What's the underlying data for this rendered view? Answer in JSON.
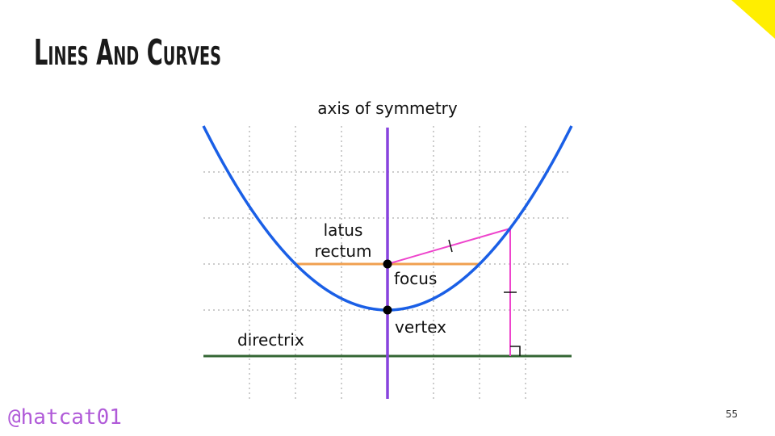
{
  "slide": {
    "title": "Lines And Curves",
    "handle": "@hatcat01",
    "page_number": "55"
  },
  "diagram": {
    "labels": {
      "axis_of_symmetry": "axis of symmetry",
      "latus_rectum_line1": "latus",
      "latus_rectum_line2": "rectum",
      "focus": "focus",
      "vertex": "vertex",
      "directrix": "directrix"
    },
    "colors": {
      "parabola": "#1a5fe6",
      "axis": "#8844dd",
      "directrix": "#336633",
      "latus_rectum": "#f0a050",
      "distance_lines": "#ee44cc",
      "grid": "#999999",
      "points": "#000000",
      "corner_triangle": "#ffee00"
    }
  }
}
